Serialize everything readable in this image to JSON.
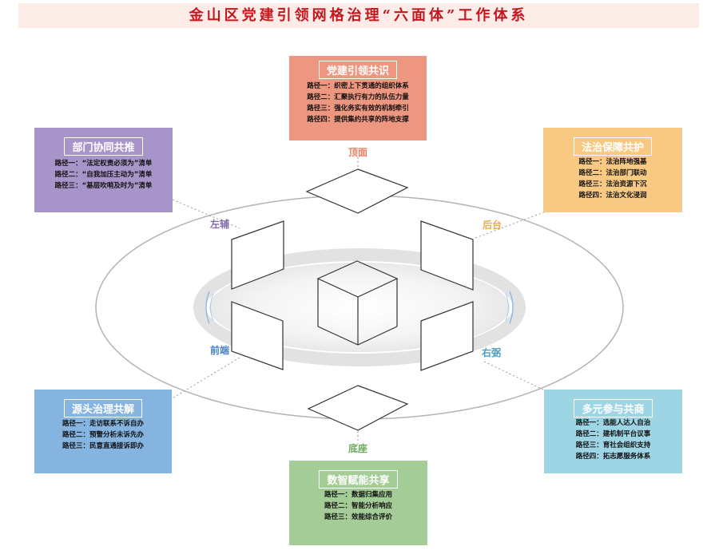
{
  "title": "金山区党建引领网格治理“六面体”工作体系",
  "colors": {
    "title_red": "#c3161d",
    "top_orange": "#ee9780",
    "left_purple": "#a794c8",
    "right_yellow": "#f7c983",
    "source_blue": "#86b4e0",
    "multi_cyan": "#9dd5e5",
    "digital_green": "#a3cc96"
  },
  "faces": {
    "top": "顶面",
    "left": "左辅",
    "rear": "后台",
    "front": "前端",
    "right": "右弼",
    "bottom": "底座"
  },
  "cards": {
    "party": {
      "title": "党建引领共识",
      "paths": [
        "路径一：织密上下贯通的组织体系",
        "路径二：汇聚执行有力的队伍力量",
        "路径三：强化务实有效的机制牵引",
        "路径四：提供集约共享的阵地支撑"
      ]
    },
    "dept": {
      "title": "部门协同共推",
      "paths": [
        "路径一：“法定权责必须为”清单",
        "路径二：“自我加压主动为”清单",
        "路径三：“基层吹哨及时为”清单"
      ]
    },
    "law": {
      "title": "法治保障共护",
      "paths": [
        "路径一：法治阵地强基",
        "路径二：法治部门联动",
        "路径三：法治资源下沉",
        "路径四：法治文化浸润"
      ]
    },
    "source": {
      "title": "源头治理共解",
      "paths": [
        "路径一：走访联系不诉自办",
        "路径二：预警分析未诉先办",
        "路径三：民意直通接诉即办"
      ]
    },
    "multi": {
      "title": "多元参与共商",
      "paths": [
        "路径一：选能人达人自治",
        "路径二：建机制平台议事",
        "路径三：育社会组织支持",
        "路径四：拓志愿服务体系"
      ]
    },
    "digital": {
      "title": "数智赋能共享",
      "paths": [
        "路径一：数据归集应用",
        "路径二：智能分析响应",
        "路径三：效能综合评价"
      ]
    }
  }
}
